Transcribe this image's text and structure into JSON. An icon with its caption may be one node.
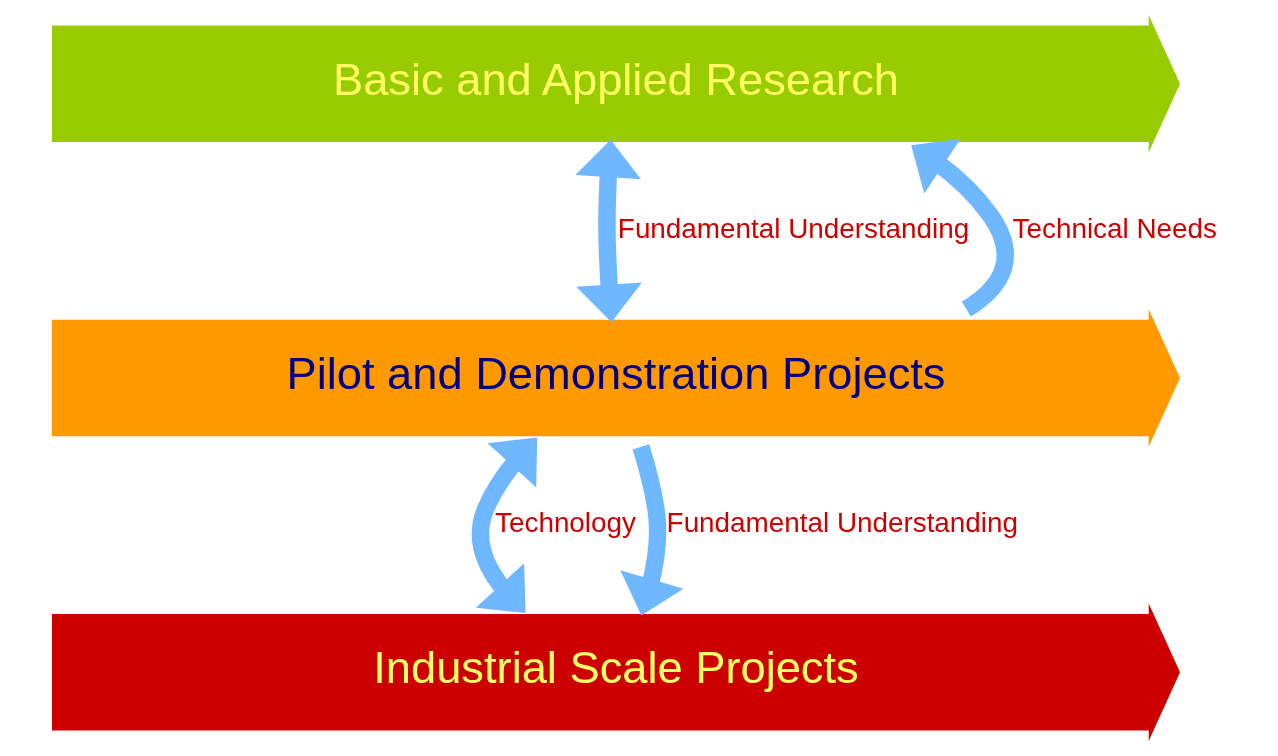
{
  "diagram": {
    "nodes": [
      {
        "text": [
          "Basic and Applied Research"
        ]
      },
      {
        "text": [
          "Pilot and Demonstration Projects"
        ]
      },
      {
        "text": [
          "Industrial Scale Projects"
        ]
      }
    ],
    "edges": [
      {
        "from": 0,
        "to": 1,
        "arrow": "both",
        "label": "Fundamental Understanding"
      },
      {
        "from": 1,
        "to": 0,
        "arrow": "to",
        "label": "Technical Needs"
      },
      {
        "from": 1,
        "to": 2,
        "arrow": "both",
        "label": "Technology"
      },
      {
        "from": 1,
        "to": 2,
        "arrow": "to",
        "label": "Fundamental Understanding"
      }
    ]
  }
}
